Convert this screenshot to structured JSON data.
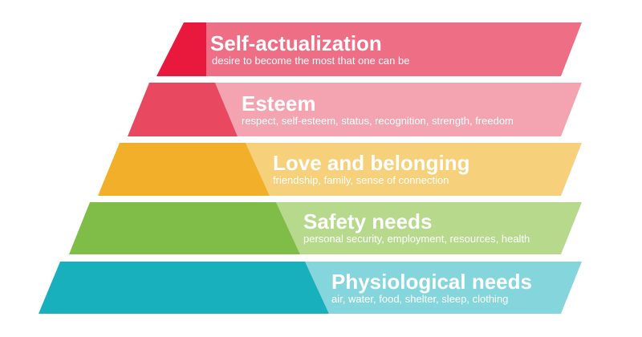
{
  "levels": [
    {
      "title": "Self-actualization",
      "description": "desire to become the most that one can be",
      "dark_color": "#e8193c",
      "light_color": "#ee6e86"
    },
    {
      "title": "Esteem",
      "description": "respect, self-esteem, status, recognition, strength, freedom",
      "dark_color": "#e84860",
      "light_color": "#f4a4b0"
    },
    {
      "title": "Love and belonging",
      "description": "friendship, family, sense of connection",
      "dark_color": "#f2b02a",
      "light_color": "#f6d07a"
    },
    {
      "title": "Safety needs",
      "description": "personal security, employment, resources, health",
      "dark_color": "#80bd48",
      "light_color": "#b6d98c"
    },
    {
      "title": "Physiological needs",
      "description": "air, water, food, shelter, sleep, clothing",
      "dark_color": "#18b0bc",
      "light_color": "#84d6dc"
    }
  ]
}
